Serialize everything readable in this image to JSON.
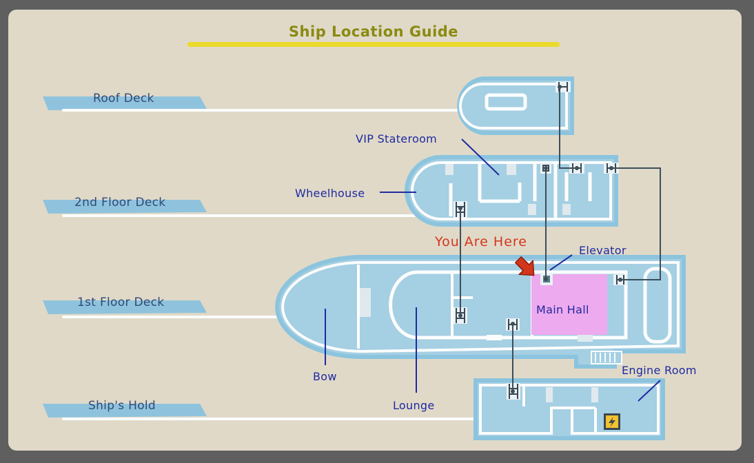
{
  "title": "Ship Location Guide",
  "decks": {
    "roof": "Roof Deck",
    "second": "2nd Floor Deck",
    "first": "1st Floor Deck",
    "hold": "Ship's Hold"
  },
  "rooms": {
    "vip_stateroom": "VIP Stateroom",
    "wheelhouse": "Wheelhouse",
    "elevator": "Elevator",
    "main_hall": "Main Hall",
    "bow": "Bow",
    "lounge": "Lounge",
    "engine_room": "Engine Room"
  },
  "marker": {
    "label": "You Are Here",
    "location": "Main Hall"
  },
  "icons": {
    "marker": "red-arrow-icon",
    "ladder": "ladder-icon",
    "power": "lightning-bolt-icon"
  },
  "colors": {
    "paper": "#e0d9c8",
    "floor": "#a5cfe3",
    "outline": "#8cc4de",
    "wall": "#fbfdfd",
    "highlight": "#eeaaee",
    "title_underline": "#ebd92b",
    "marker": "#d3361b",
    "route_line": "#3c4e58"
  }
}
